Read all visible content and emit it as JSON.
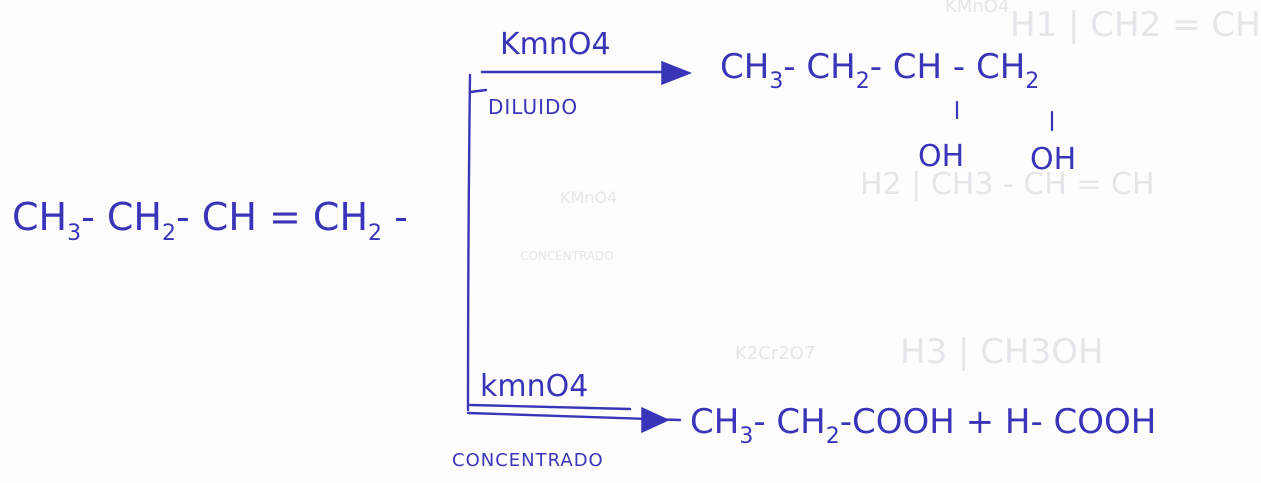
{
  "colors": {
    "ink": "#3a35b8",
    "paper": "#fdfdfd",
    "bleed": "#e6e6ea"
  },
  "reactant": {
    "parts": [
      "CH",
      "3",
      "- CH",
      "2",
      "- CH = CH",
      "2",
      " -"
    ]
  },
  "top_branch": {
    "reagent": "KmnO4",
    "condition": "DILUIDO",
    "product_parts": [
      "CH",
      "3",
      "- CH",
      "2",
      "- CH - CH",
      "2"
    ],
    "substituents": [
      "OH",
      "OH"
    ]
  },
  "bottom_branch": {
    "reagent": "kmnO4",
    "condition": "CONCENTRADO",
    "product_parts": [
      "CH",
      "3",
      "- CH",
      "2",
      "-COOH + H- COOH"
    ]
  },
  "bleed_through": {
    "h1": "H1 | CH2 = CH",
    "h1_reagent": "KMnO4",
    "h2": "H2 | CH3 - CH = CH",
    "h2_reagent": "KMnO4",
    "h2_condition": "CONCENTRADO",
    "h3": "H3 | CH3OH",
    "h3_reagent": "K2Cr2O7"
  }
}
